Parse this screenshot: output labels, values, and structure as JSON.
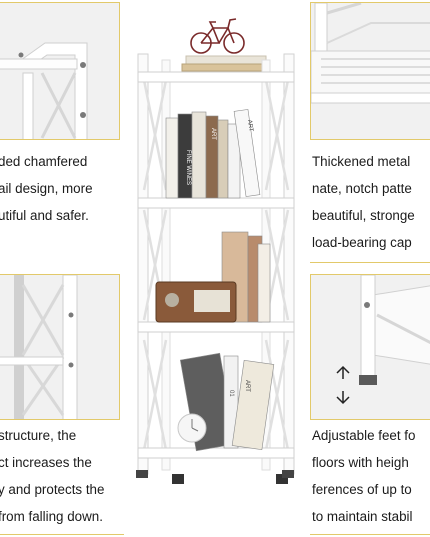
{
  "features": {
    "chamfered": {
      "lines": [
        "ded chamfered",
        "ail design, more",
        "utiful and safer."
      ]
    },
    "thickened_metal": {
      "lines": [
        "Thickened metal",
        "nate, notch patte",
        "beautiful, stronge",
        "load-bearing cap"
      ]
    },
    "structure": {
      "lines": [
        "structure, the",
        "ct increases the",
        "y and protects the",
        "from falling down."
      ]
    },
    "adjustable_feet": {
      "lines": [
        "Adjustable feet fo",
        "floors with heigh",
        "ferences of up to",
        "to maintain stabil"
      ]
    }
  },
  "book_spines": {
    "fine_wines": "FINE WINES",
    "art_top": "ART",
    "art_top_2": "ART",
    "art_bottom": "ART",
    "numeral": "01"
  },
  "colors": {
    "frame": "#fafafa",
    "panel_border": "#e2c96a",
    "panel_bg": "#f4f4f4"
  }
}
